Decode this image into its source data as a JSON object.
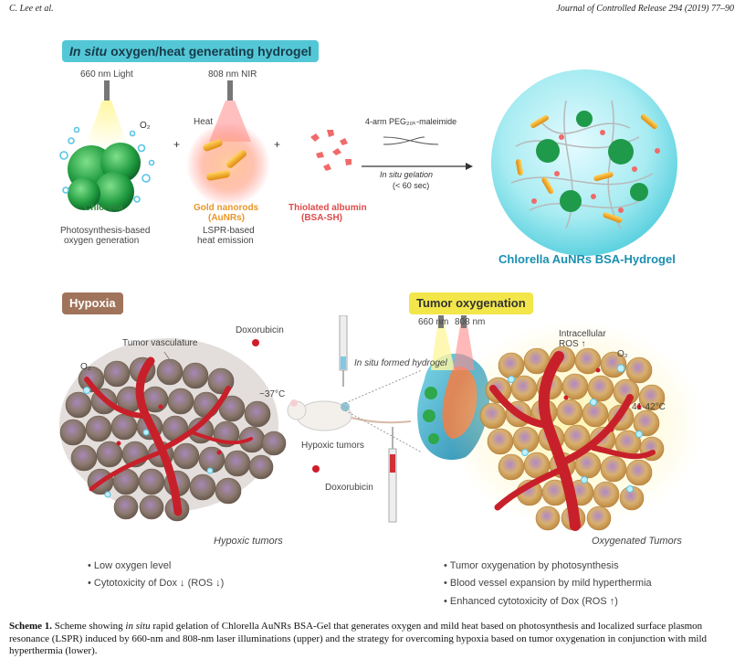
{
  "header": {
    "left": "C. Lee et al.",
    "right": "Journal of Controlled Release 294 (2019) 77–90"
  },
  "top_panel": {
    "banner_italic": "In situ",
    "banner_rest": " oxygen/heat generating hydrogel",
    "light_660": "660 nm Light",
    "nir_808": "808 nm NIR",
    "o2": "O₂",
    "heat": "Heat",
    "plus": "+",
    "chlorella_name": "Chlorella",
    "chlorella_desc_1": "Photosynthesis-based",
    "chlorella_desc_2": "oxygen generation",
    "aunr_name_1": "Gold nanorods",
    "aunr_name_2": "(AuNRs)",
    "aunr_desc_1": "LSPR-based",
    "aunr_desc_2": "heat emission",
    "bsa_name_1": "Thiolated albumin",
    "bsa_name_2": "(BSA-SH)",
    "peg": "4-arm PEG₂₀ₖ-maleimide",
    "gelation_1": "In situ gelation",
    "gelation_2": "(< 60 sec)",
    "final_title": "Chlorella AuNRs BSA-Hydrogel"
  },
  "bottom_panel": {
    "hypoxia_banner": "Hypoxia",
    "oxygenation_banner": "Tumor oxygenation",
    "tumor_vasculature": "Tumor vasculature",
    "doxorubicin_top": "Doxorubicin",
    "o2_left": "O₂",
    "temp_left": "~37°C",
    "hypoxic_tumors_italic": "Hypoxic tumors",
    "in_situ_hydrogel": "In situ formed hydrogel",
    "hypoxic_tumors_mouse": "Hypoxic tumors",
    "doxorubicin_bottom": "Doxorubicin",
    "nm660": "660 nm",
    "nm808": "808 nm",
    "ros_1": "Intracellular",
    "ros_2": "ROS ↑",
    "o2_right": "O₂",
    "temp_right": "41-42°C",
    "oxygenated_tumors": "Oxygenated Tumors",
    "left_bullets": [
      "• Low oxygen level",
      "• Cytotoxicity of Dox ↓ (ROS ↓)"
    ],
    "right_bullets": [
      "• Tumor oxygenation by photosynthesis",
      "• Blood vessel expansion by mild hyperthermia",
      "• Enhanced cytotoxicity of Dox (ROS ↑)"
    ]
  },
  "caption": {
    "label": "Scheme 1.",
    "text_1": " Scheme showing ",
    "italic_1": "in situ",
    "text_2": " rapid gelation of Chlorella AuNRs BSA-Gel that generates oxygen and mild heat based on photosynthesis and localized surface plasmon resonance (LSPR) induced by 660-nm and 808-nm laser illuminations (upper) and the strategy for overcoming hypoxia based on tumor oxygenation in conjunction with mild hyperthermia (lower)."
  }
}
